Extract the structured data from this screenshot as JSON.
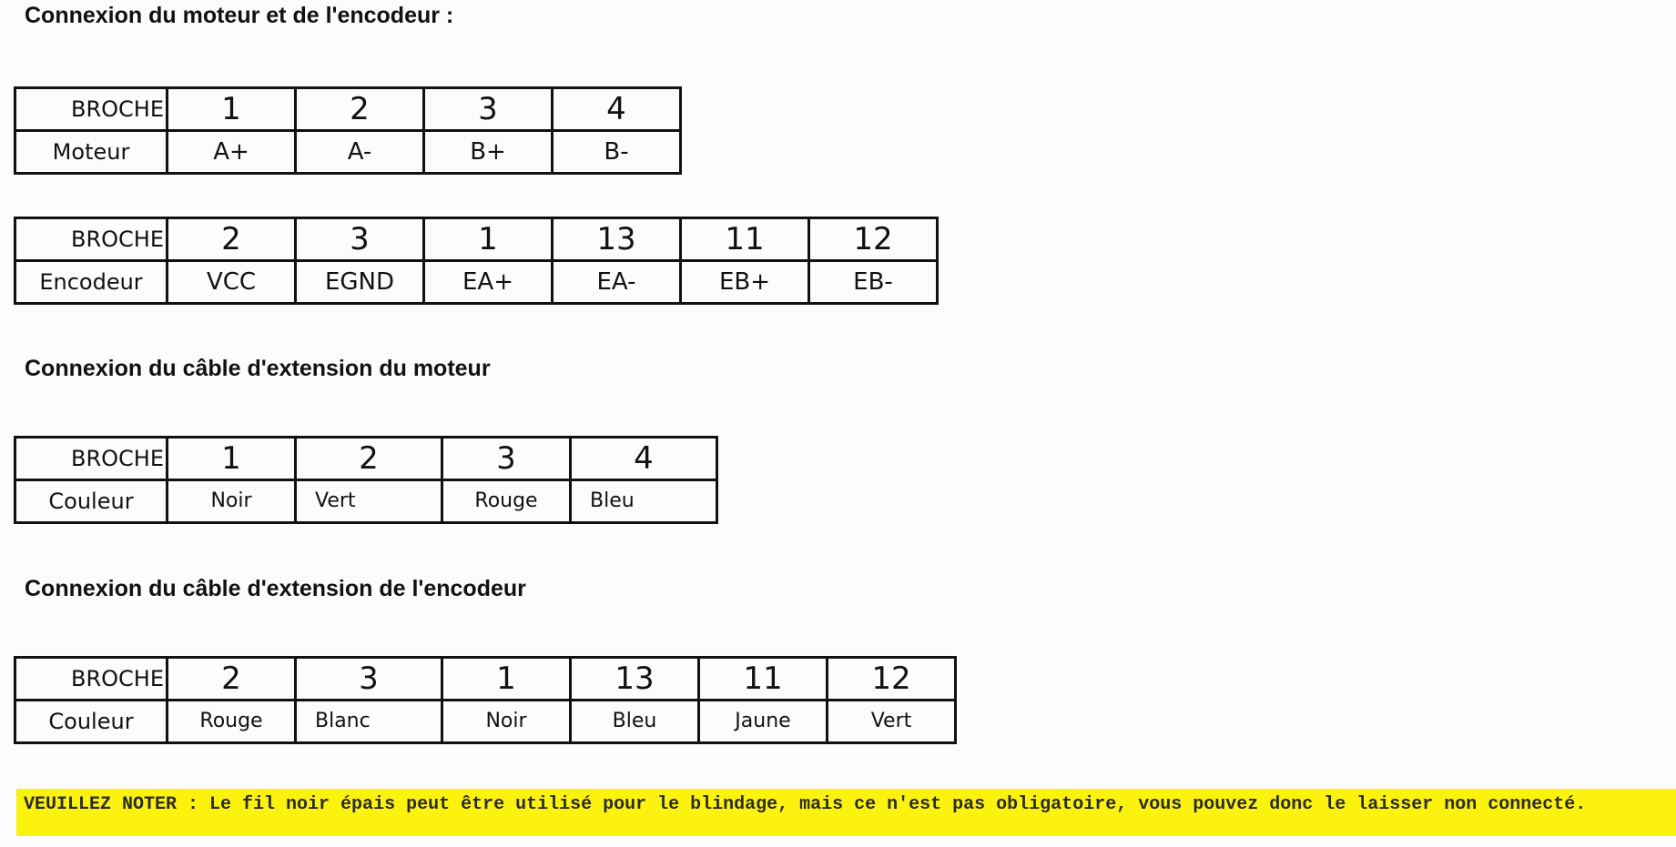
{
  "sections": {
    "motor_encoder": {
      "title": "Connexion du moteur et de l'encodeur :",
      "motor_table": {
        "header": "BROCHE",
        "pins": [
          "1",
          "2",
          "3",
          "4"
        ],
        "row_label": "Moteur",
        "values": [
          "A+",
          "A-",
          "B+",
          "B-"
        ]
      },
      "encoder_table": {
        "header": "BROCHE",
        "pins": [
          "2",
          "3",
          "1",
          "13",
          "11",
          "12"
        ],
        "row_label": "Encodeur",
        "values": [
          "VCC",
          "EGND",
          "EA+",
          "EA-",
          "EB+",
          "EB-"
        ]
      }
    },
    "motor_extension": {
      "title": "Connexion du câble d'extension du moteur",
      "table": {
        "header": "BROCHE",
        "pins": [
          "1",
          "2",
          "3",
          "4"
        ],
        "row_label": "Couleur",
        "values": [
          "Noir",
          "Vert",
          "Rouge",
          "Bleu"
        ]
      }
    },
    "encoder_extension": {
      "title": "Connexion du câble d'extension de l'encodeur",
      "table": {
        "header": "BROCHE",
        "pins": [
          "2",
          "3",
          "1",
          "13",
          "11",
          "12"
        ],
        "row_label": "Couleur",
        "values": [
          "Rouge",
          "Blanc",
          "Noir",
          "Bleu",
          "Jaune",
          "Vert"
        ]
      }
    }
  },
  "note": {
    "text": "VEUILLEZ NOTER : Le fil noir épais peut être utilisé pour le blindage, mais ce n'est pas obligatoire, vous pouvez donc le laisser non connecté.",
    "highlight_color": "#fbf20e"
  }
}
